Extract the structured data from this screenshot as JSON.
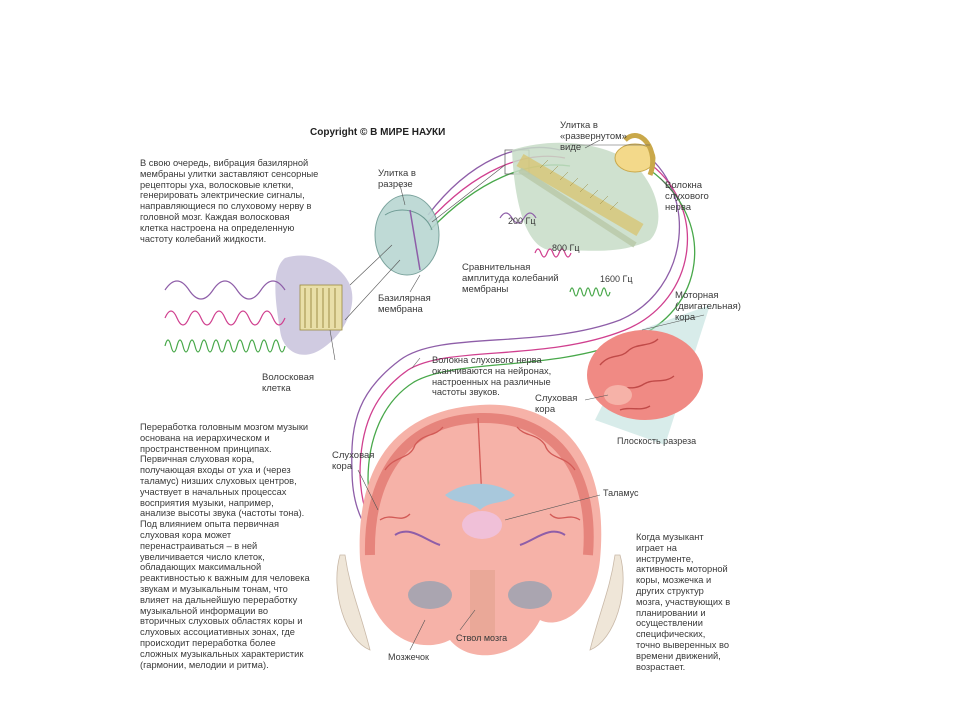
{
  "copyright": "Copyright © В МИРЕ НАУКИ",
  "paragraphs": {
    "top_left": "В свою очередь, вибрация базилярной мембраны улитки заставляют сенсорные рецепторы уха, волосковые клетки, генерировать электрические сигналы, направляющиеся по слуховому нерву в головной мозг. Каждая волосковая клетка настроена на определенную частоту колебаний жидкости.",
    "bottom_left": "Переработка головным мозгом музыки основана на иерархическом и пространственном принципах. Первичная слуховая кора, получающая входы от уха и (через таламус) низших слуховых центров, участвует в начальных процессах восприятия музыки, например, анализе высоты звука (частоты тона). Под влиянием опыта первичная слуховая кора может перенастраиваться – в ней увеличивается число клеток, обладающих максимальной реактивностью к важным для человека звукам и музыкальным тонам, что влияет на дальнейшую переработку музыкальной информации во вторичных слуховых областях коры и слуховых ассоциативных зонах, где происходит переработка более сложных музыкальных характеристик (гармонии, мелодии и ритма).",
    "bottom_right": "Когда музыкант играет на инструменте, активность моторной коры, мозжечка и других структур мозга, участвующих в планировании и осуществлении специфических, точно выверенных во времени движений, возрастает.",
    "middle": "Волокна слухового нерва оканчиваются на нейронах, настроенных на различные частоты звуков."
  },
  "labels": {
    "cochlea_cut": "Улитка в разрезе",
    "cochlea_unrolled": "Улитка в «развернутом» виде",
    "nerve_fibers": "Волокна слухового нерва",
    "basilar_membrane": "Базилярная мембрана",
    "hair_cell": "Волосковая клетка",
    "amplitude": "Сравнительная амплитуда колебаний мембраны",
    "f200": "200 Гц",
    "f800": "800 Гц",
    "f1600": "1600 Гц",
    "motor_cortex": "Моторная (двигательная) кора",
    "auditory_cortex_right": "Слуховая кора",
    "section_plane": "Плоскость разреза",
    "auditory_cortex_left": "Слуховая кора",
    "thalamus": "Таламус",
    "brainstem": "Ствол мозга",
    "cerebellum": "Мозжечок"
  },
  "colors": {
    "purple": "#8e5ea8",
    "magenta": "#d0408f",
    "green": "#48a84a",
    "cortex": "#f08a84",
    "cortex_light": "#f6b2a8",
    "yellow": "#f3d98a",
    "cochlea": "#a8c8c0"
  }
}
